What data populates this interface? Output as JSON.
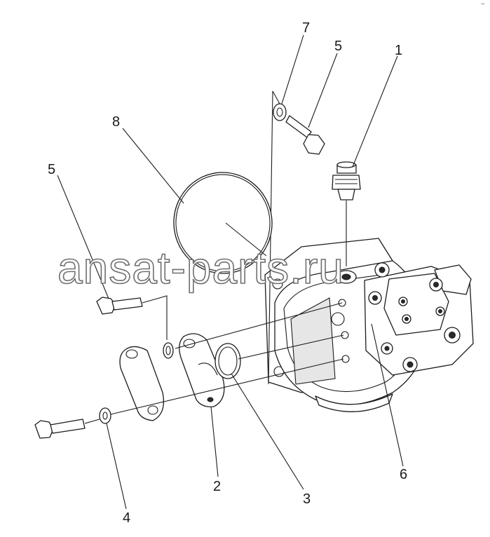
{
  "callouts": [
    {
      "id": "c7",
      "label": "7"
    },
    {
      "id": "c5a",
      "label": "5"
    },
    {
      "id": "c1",
      "label": "1"
    },
    {
      "id": "c8",
      "label": "8"
    },
    {
      "id": "c5b",
      "label": "5"
    },
    {
      "id": "c2",
      "label": "2"
    },
    {
      "id": "c3",
      "label": "3"
    },
    {
      "id": "c6",
      "label": "6"
    },
    {
      "id": "c4",
      "label": "4"
    }
  ],
  "watermark": "ansat-parts.ru",
  "corner_mark": "~"
}
